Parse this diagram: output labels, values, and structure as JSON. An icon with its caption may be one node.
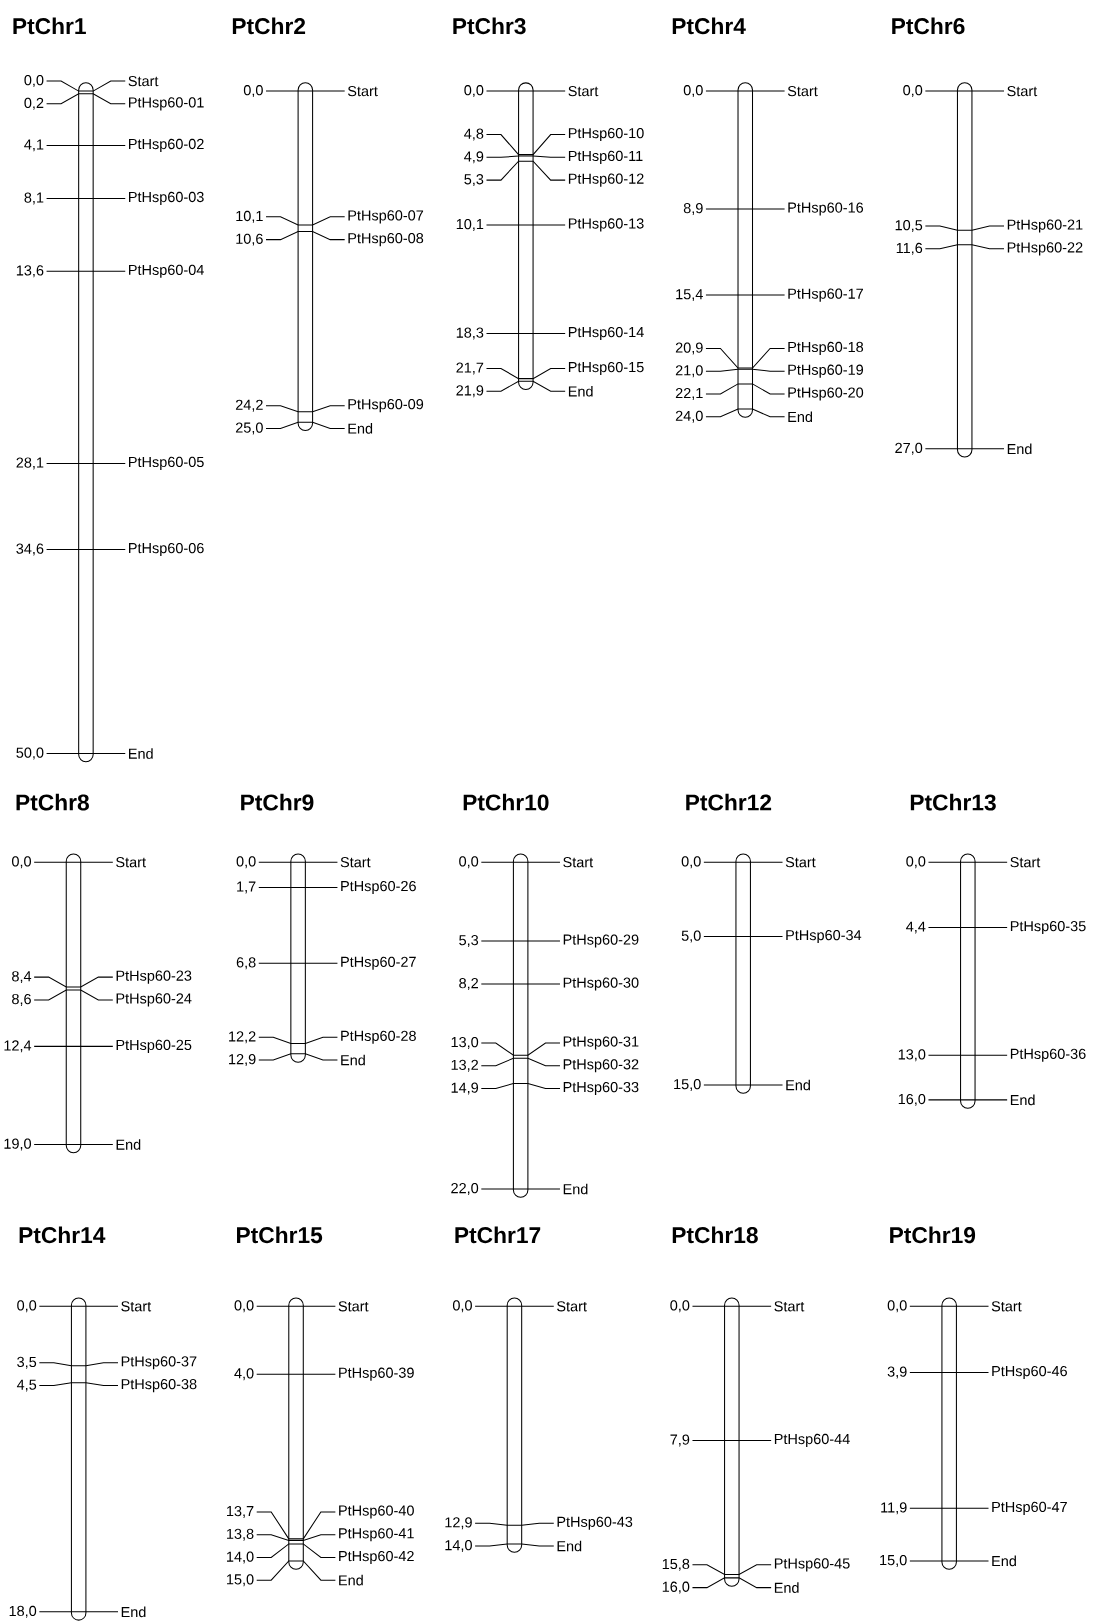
{
  "diagram": {
    "nodes": [
      {
        "text": [
          "PtChr1"
        ],
        "beside": [
          "0,0",
          "Start",
          "0,2",
          "PtHsp60-01",
          "4,1",
          "PtHsp60-02",
          "8,1",
          "PtHsp60-03",
          "13,6",
          "PtHsp60-04",
          "28,1",
          "PtHsp60-05",
          "34,6",
          "PtHsp60-06",
          "50,0",
          "End"
        ]
      },
      {
        "text": [
          "PtChr2"
        ],
        "beside": [
          "0,0",
          "Start",
          "10,1",
          "PtHsp60-07",
          "10,6",
          "PtHsp60-08",
          "24,2",
          "PtHsp60-09",
          "25,0",
          "End"
        ]
      },
      {
        "text": [
          "PtChr3"
        ],
        "beside": [
          "0,0",
          "Start",
          "4,8",
          "PtHsp60-10",
          "4,9",
          "PtHsp60-11",
          "5,3",
          "PtHsp60-12",
          "10,1",
          "PtHsp60-13",
          "18,3",
          "PtHsp60-14",
          "21,7",
          "PtHsp60-15",
          "21,9",
          "End"
        ]
      },
      {
        "text": [
          "PtChr4"
        ],
        "beside": [
          "0,0",
          "Start",
          "8,9",
          "PtHsp60-16",
          "15,4",
          "PtHsp60-17",
          "20,9",
          "PtHsp60-18",
          "21,0",
          "PtHsp60-19",
          "22,1",
          "PtHsp60-20",
          "24,0",
          "End"
        ]
      },
      {
        "text": [
          "PtChr6"
        ],
        "beside": [
          "0,0",
          "Start",
          "10,5",
          "PtHsp60-21",
          "11,6",
          "PtHsp60-22",
          "27,0",
          "End"
        ]
      },
      {
        "text": [
          "PtChr8"
        ],
        "beside": [
          "0,0",
          "Start",
          "8,4",
          "PtHsp60-23",
          "8,6",
          "PtHsp60-24",
          "12,4",
          "PtHsp60-25",
          "19,0",
          "End"
        ]
      },
      {
        "text": [
          "PtChr9"
        ],
        "beside": [
          "0,0",
          "Start",
          "1,7",
          "PtHsp60-26",
          "6,8",
          "PtHsp60-27",
          "12,2",
          "PtHsp60-28",
          "12,9",
          "End"
        ]
      },
      {
        "text": [
          "PtChr10"
        ],
        "beside": [
          "0,0",
          "Start",
          "5,3",
          "PtHsp60-29",
          "8,2",
          "PtHsp60-30",
          "13,0",
          "PtHsp60-31",
          "13,2",
          "PtHsp60-32",
          "14,9",
          "PtHsp60-33",
          "22,0",
          "End"
        ]
      },
      {
        "text": [
          "PtChr12"
        ],
        "beside": [
          "0,0",
          "Start",
          "5,0",
          "PtHsp60-34",
          "15,0",
          "End"
        ]
      },
      {
        "text": [
          "PtChr13"
        ],
        "beside": [
          "0,0",
          "Start",
          "4,4",
          "PtHsp60-35",
          "13,0",
          "PtHsp60-36",
          "16,0",
          "End"
        ]
      },
      {
        "text": [
          "PtChr14"
        ],
        "beside": [
          "0,0",
          "Start",
          "3,5",
          "PtHsp60-37",
          "4,5",
          "PtHsp60-38",
          "18,0",
          "End"
        ]
      },
      {
        "text": [
          "PtChr15"
        ],
        "beside": [
          "0,0",
          "Start",
          "4,0",
          "PtHsp60-39",
          "13,7",
          "PtHsp60-40",
          "13,8",
          "PtHsp60-41",
          "14,0",
          "PtHsp60-42",
          "15,0",
          "End"
        ]
      },
      {
        "text": [
          "PtChr17"
        ],
        "beside": [
          "0,0",
          "Start",
          "12,9",
          "PtHsp60-43",
          "14,0",
          "End"
        ]
      },
      {
        "text": [
          "PtChr18"
        ],
        "beside": [
          "0,0",
          "Start",
          "7,9",
          "PtHsp60-44",
          "15,8",
          "PtHsp60-45",
          "16,0",
          "End"
        ]
      },
      {
        "text": [
          "PtChr19"
        ],
        "beside": [
          "0,0",
          "Start",
          "3,9",
          "PtHsp60-46",
          "11,9",
          "PtHsp60-47",
          "15,0",
          "End"
        ]
      }
    ]
  }
}
